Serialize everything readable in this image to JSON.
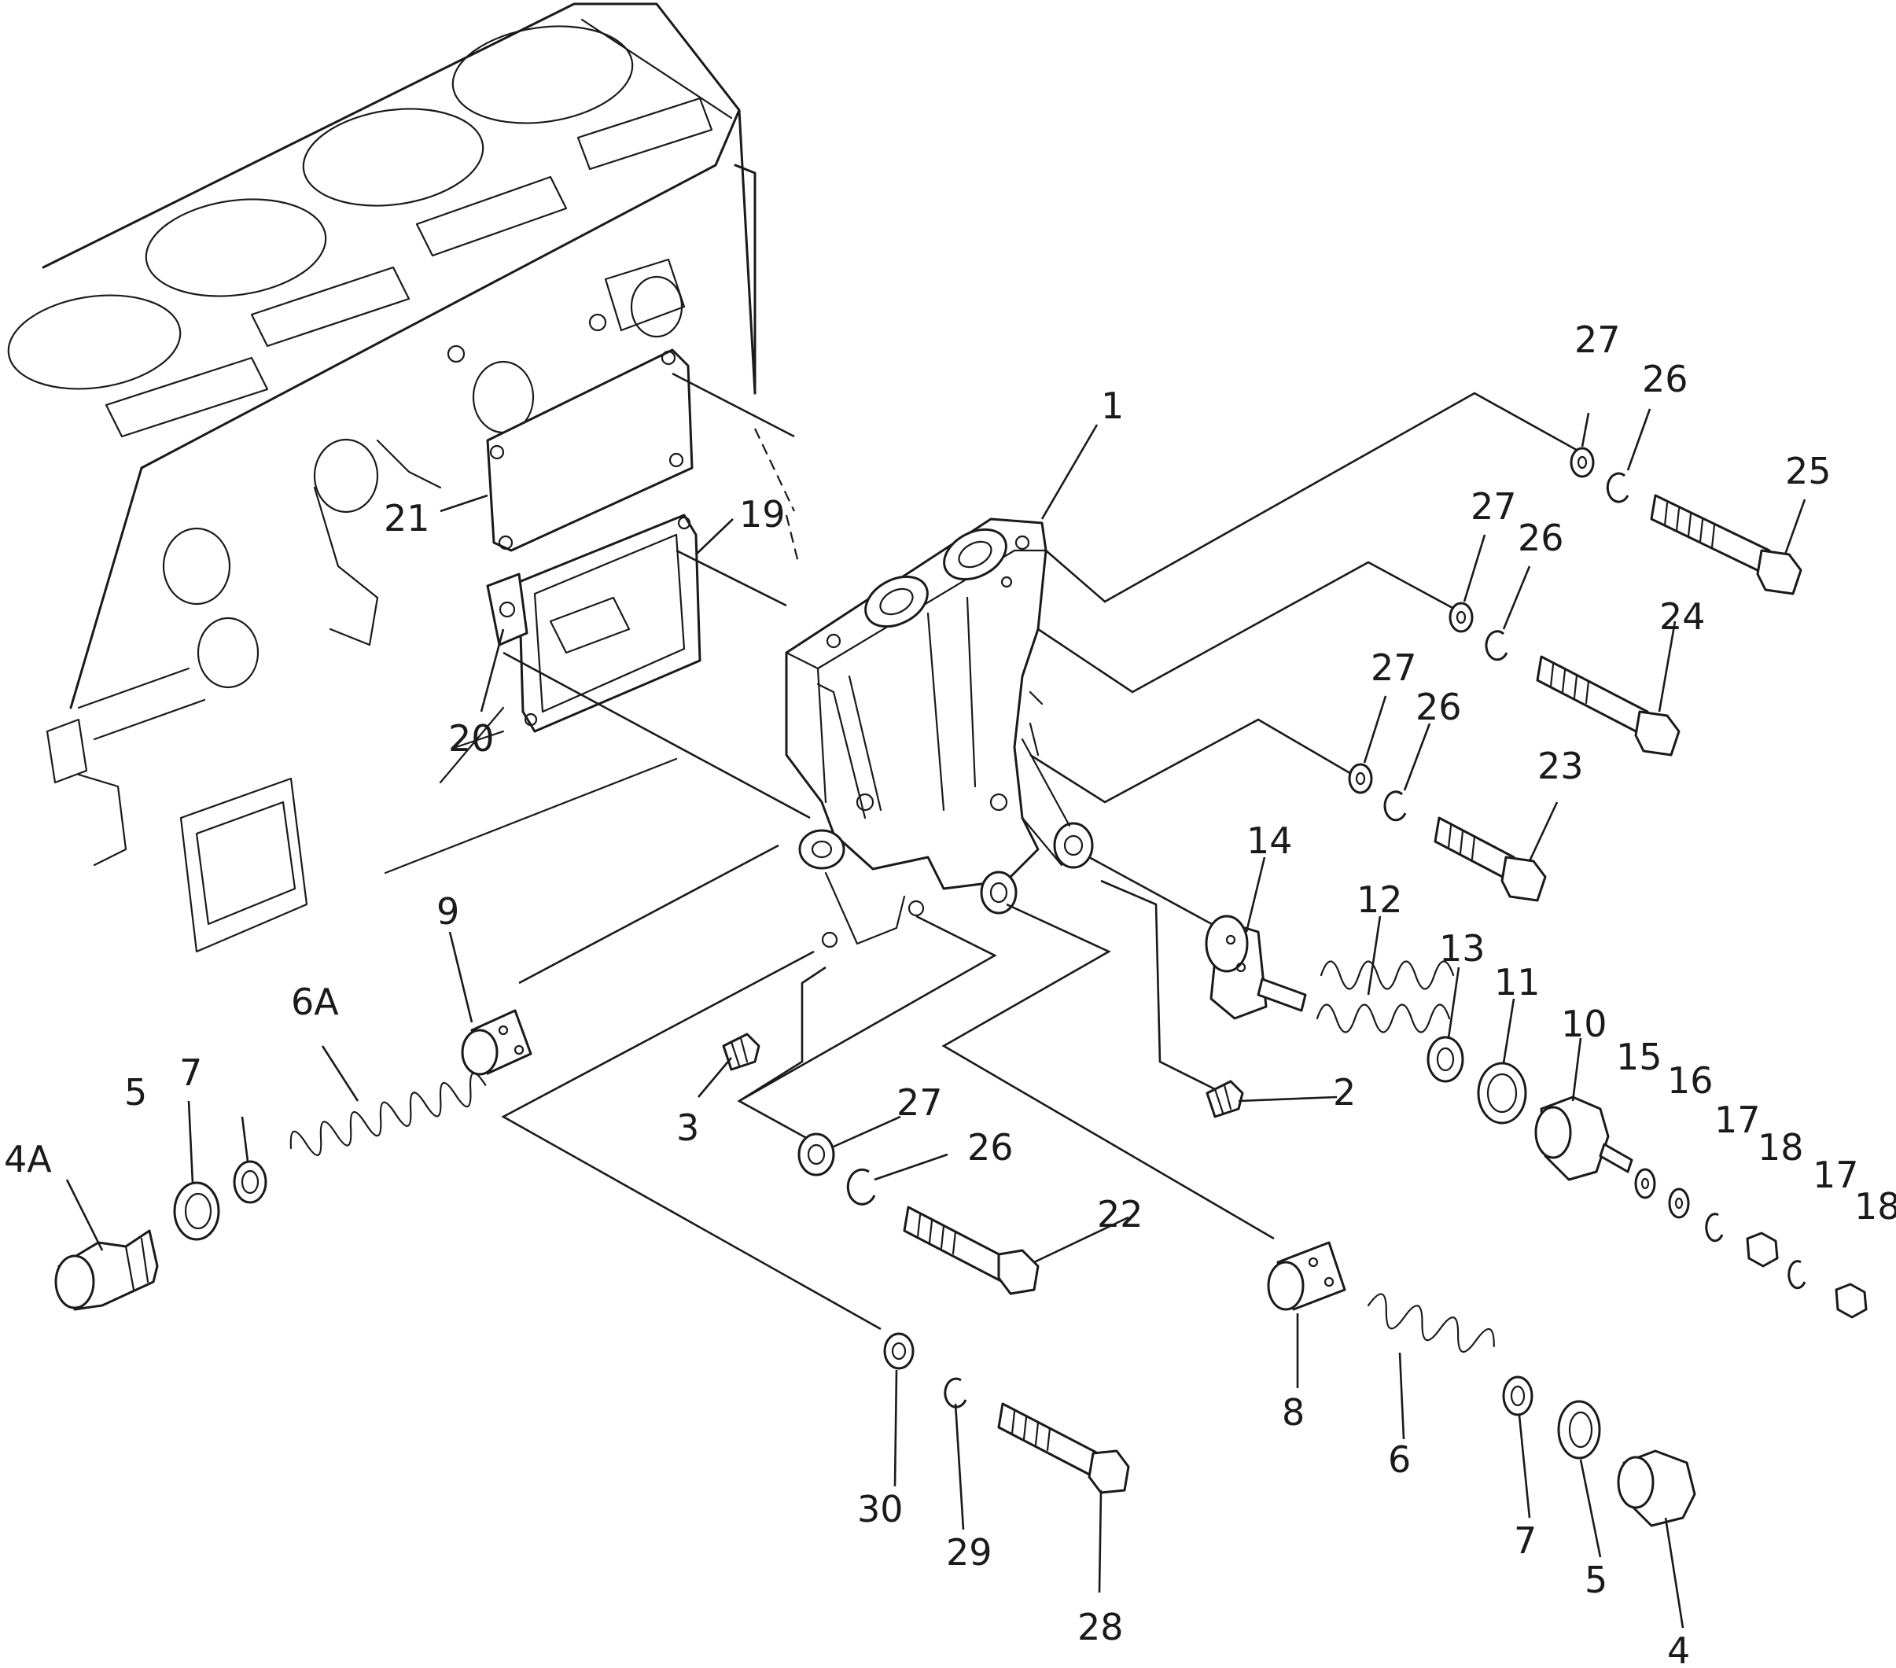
{
  "labels": {
    "l1": "1",
    "l2": "2",
    "l3": "3",
    "l4": "4",
    "l4a": "4A",
    "l5a": "5",
    "l5b": "5",
    "l6": "6",
    "l6a": "6A",
    "l7a": "7",
    "l7b": "7",
    "l8": "8",
    "l9": "9",
    "l10": "10",
    "l11": "11",
    "l12": "12",
    "l13": "13",
    "l14": "14",
    "l15": "15",
    "l16": "16",
    "l17a": "17",
    "l17b": "17",
    "l18a": "18",
    "l18b": "18",
    "l19": "19",
    "l20": "20",
    "l21": "21",
    "l22": "22",
    "l23": "23",
    "l24": "24",
    "l25": "25",
    "l26a": "26",
    "l26b": "26",
    "l26c": "26",
    "l26d": "26",
    "l27a": "27",
    "l27b": "27",
    "l27c": "27",
    "l27d": "27",
    "l28": "28",
    "l29": "29",
    "l30": "30"
  }
}
